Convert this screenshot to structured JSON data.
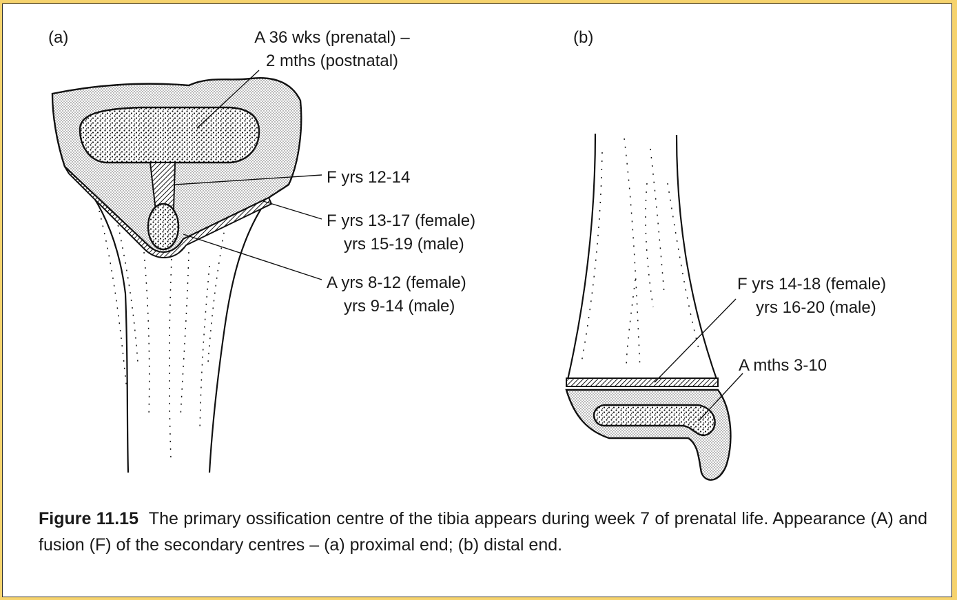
{
  "panels": {
    "a": {
      "label": "(a)",
      "annotations": {
        "primary_epiphysis": [
          "A 36 wks (prenatal) –",
          "2 mths (postnatal)"
        ],
        "tuberosity_fusion": "F yrs 12-14",
        "proximal_fusion": [
          "F yrs 13-17 (female)",
          "yrs 15-19 (male)"
        ],
        "tuberosity_appearance": [
          "A yrs 8-12 (female)",
          "yrs 9-14 (male)"
        ]
      }
    },
    "b": {
      "label": "(b)",
      "annotations": {
        "distal_fusion": [
          "F yrs 14-18 (female)",
          "yrs 16-20 (male)"
        ],
        "distal_appearance": "A mths 3-10"
      }
    }
  },
  "caption": {
    "bold": "Figure 11.15",
    "text": "The primary ossification centre of the tibia appears during week 7 of prenatal life. Appearance (A) and fusion (F) of the secondary centres – (a) proximal end; (b) distal end."
  },
  "colors": {
    "background": "#f6d36e",
    "paper": "#ffffff",
    "ink": "#1a1a1a"
  }
}
